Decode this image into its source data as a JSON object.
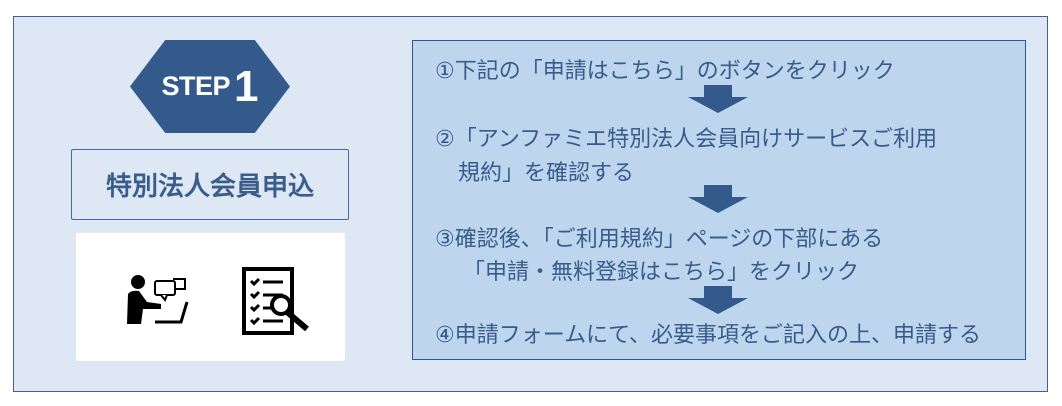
{
  "step": {
    "label": "STEP",
    "number": "1"
  },
  "title": "特別法人会員申込",
  "icons": [
    "person-chat-icon",
    "checklist-icon"
  ],
  "steps": [
    {
      "line1": "①下記の「申請はこちら」のボタンをクリック"
    },
    {
      "line1": "②「アンファミエ特別法人会員向けサービスご利用",
      "line2": "規約」を確認する"
    },
    {
      "line1": "③確認後、「ご利用規約」ページの下部にある",
      "line2": "「申請・無料登録はこちら」をクリック"
    },
    {
      "line1": "④申請フォームにて、必要事項をご記入の上、申請する"
    }
  ],
  "colors": {
    "accent": "#335a8b",
    "panel": "#bdd6ee",
    "background": "#dde8f4"
  }
}
